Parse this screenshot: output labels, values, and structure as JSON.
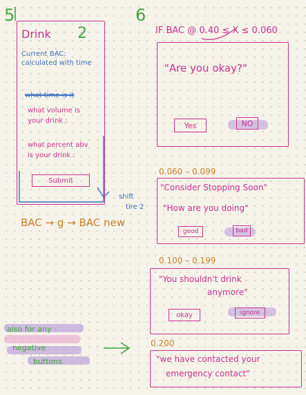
{
  "page_numbers": {
    "left": "5",
    "right": "6"
  },
  "left_screen": {
    "title": "Drink",
    "version": "2",
    "current_label": "Current BAC: calculated with time",
    "strikethrough_label": "what time is it",
    "q1_line1": "what volume is",
    "q1_line2": "your drink :",
    "q2_line1": "what percent abv",
    "q2_line2": "is your drink :",
    "submit_label": "Submit"
  },
  "flow_note": {
    "line1": "shift",
    "line2": "tire 2"
  },
  "formula": "BAC → g → BAC new",
  "side_note": {
    "line1": "also for any",
    "line2": "negative",
    "line3": "buttons"
  },
  "header": "IF BAC @ 0.40 ≤ X ≤ 0.060",
  "panels": [
    {
      "range": "",
      "message": "\"Are you okay?\"",
      "buttons": [
        "Yes",
        "NO"
      ]
    },
    {
      "range": "0.060 – 0.099",
      "message_line1": "\"Consider Stopping Soon\"",
      "message_line2": "\"How are you doing\"",
      "buttons": [
        "good",
        "bad"
      ]
    },
    {
      "range": "0.100 – 0.199",
      "message_line1": "\"You shouldn't drink",
      "message_line2": "anymore\"",
      "buttons": [
        "okay",
        "ignore"
      ]
    },
    {
      "range": "0.200",
      "message_line1": "\"we have contacted your",
      "message_line2": "emergency contact\""
    }
  ],
  "colors": {
    "ink_pink": "#c8318f",
    "ink_blue": "#3a6fc0",
    "ink_green": "#3fa63a",
    "ink_orange": "#c9812a",
    "highlight_purple": "#a98ad6",
    "highlight_pink": "#e79ac8"
  }
}
